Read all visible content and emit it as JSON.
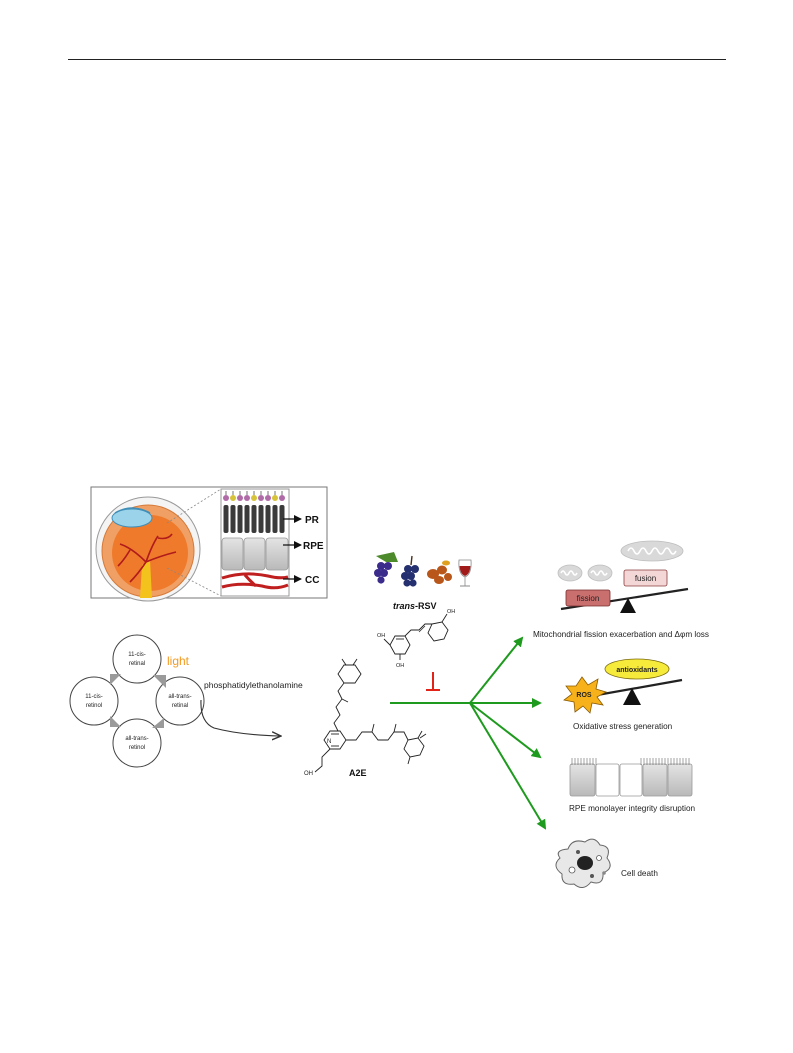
{
  "eye_panel": {
    "labels": {
      "pr": "PR",
      "rpe": "RPE",
      "cc": "CC"
    }
  },
  "visual_cycle": {
    "nodes": {
      "top": [
        "11-cis-",
        "retinal"
      ],
      "right": [
        "all-trans-",
        "retinal"
      ],
      "bottom": [
        "all-trans-",
        "retinol"
      ],
      "left": [
        "11-cis-",
        "retinol"
      ]
    },
    "light_label": "light",
    "reactant_label": "phosphatidylethanolamine"
  },
  "molecules": {
    "a2e_label": "A2E",
    "a2e_oh": "OH",
    "a2e_n": "N",
    "rsv_label_italic": "trans",
    "rsv_label_rest": "-RSV",
    "rsv_oh": "OH"
  },
  "effects": {
    "mito_label": "Mitochondrial fission exacerbation  and Δφm loss",
    "fusion": "fusion",
    "fission": "fission",
    "oxidative_label": "Oxidative stress generation",
    "ros": "ROS",
    "antioxidants": "antioxidants",
    "rpe_label": "RPE monolayer integrity disruption",
    "death_label": "Cell death"
  },
  "colors": {
    "inhibit": "#e2231a",
    "arrow_green": "#1e9a1e",
    "light": "#f39a1f",
    "fission_fill": "#c9706f",
    "fusion_fill": "#f3d6d6",
    "ros_fill": "#f7b21b",
    "antiox_fill": "#f6ea3a"
  }
}
